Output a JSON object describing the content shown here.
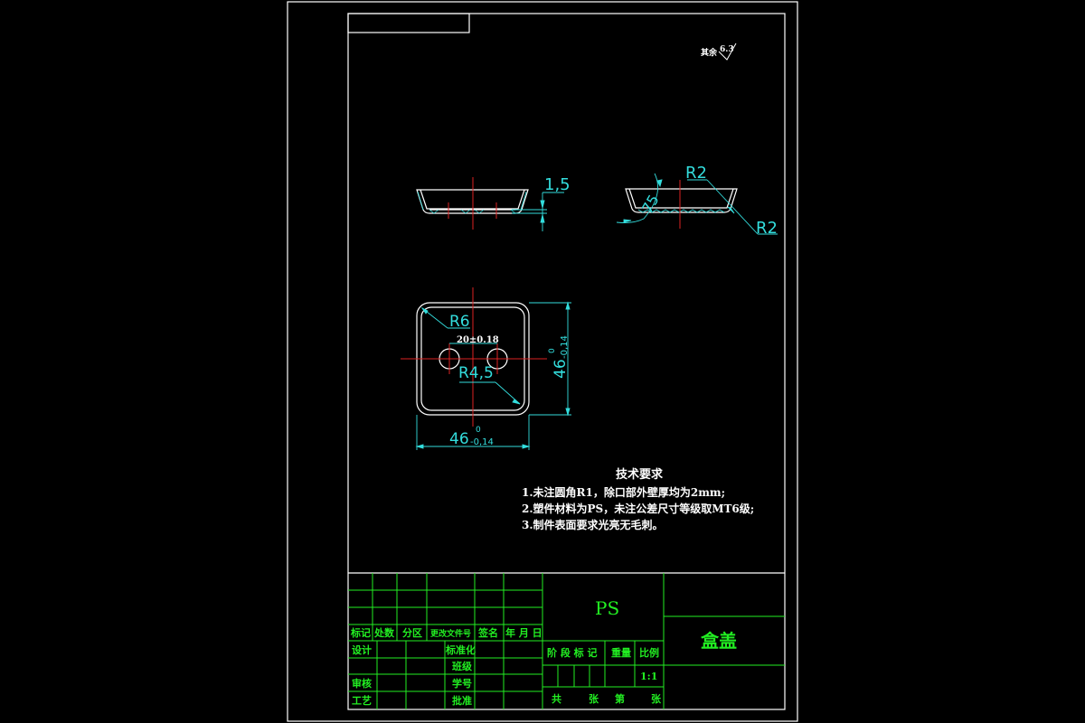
{
  "drawing": {
    "colors": {
      "background": "#000000",
      "border": "#ffffff",
      "part_outline": "#ffffff",
      "dimension": "#33dddd",
      "centerline": "#dd2222",
      "title_block": "#22ee22"
    },
    "surface_roughness": {
      "label": "其余",
      "value": "6.3"
    },
    "section_view_1": {
      "dimensions": {
        "thickness": "1,5"
      }
    },
    "section_view_2": {
      "dimensions": {
        "radius_top": "R2",
        "radius_bottom": "R2",
        "angle": "75"
      }
    },
    "plan_view": {
      "dimensions": {
        "corner_radius": "R6",
        "hole_spacing": "20±0.18",
        "hole_radius": "R4,5",
        "width_nominal": "46",
        "width_upper_tol": "0",
        "width_lower_tol": "-0,14",
        "height_nominal": "46",
        "height_upper_tol": "0",
        "height_lower_tol": "-0,14"
      }
    },
    "tech_requirements": {
      "title": "技术要求",
      "items": [
        "1.未注圆角R1，除口部外壁厚均为2mm;",
        "2.塑件材料为PS，未注公差尺寸等级取MT6级;",
        "3.制件表面要求光亮无毛刺。"
      ]
    },
    "title_block": {
      "revision_headers": [
        "标记",
        "处数",
        "分区",
        "更改文件号",
        "签名",
        "年 月 日"
      ],
      "left_labels": {
        "design": "设计",
        "standardize": "标准化",
        "class": "班级",
        "review": "审核",
        "student_no": "学号",
        "process": "工艺",
        "approve": "批准"
      },
      "material": "PS",
      "stage_headers": {
        "stage_mark": "阶 段 标 记",
        "weight": "重量",
        "scale": "比例"
      },
      "scale_value": "1:1",
      "sheet_info": {
        "total": "共",
        "sheets1": "张",
        "number": "第",
        "sheets2": "张"
      },
      "part_name": "盒盖"
    }
  }
}
